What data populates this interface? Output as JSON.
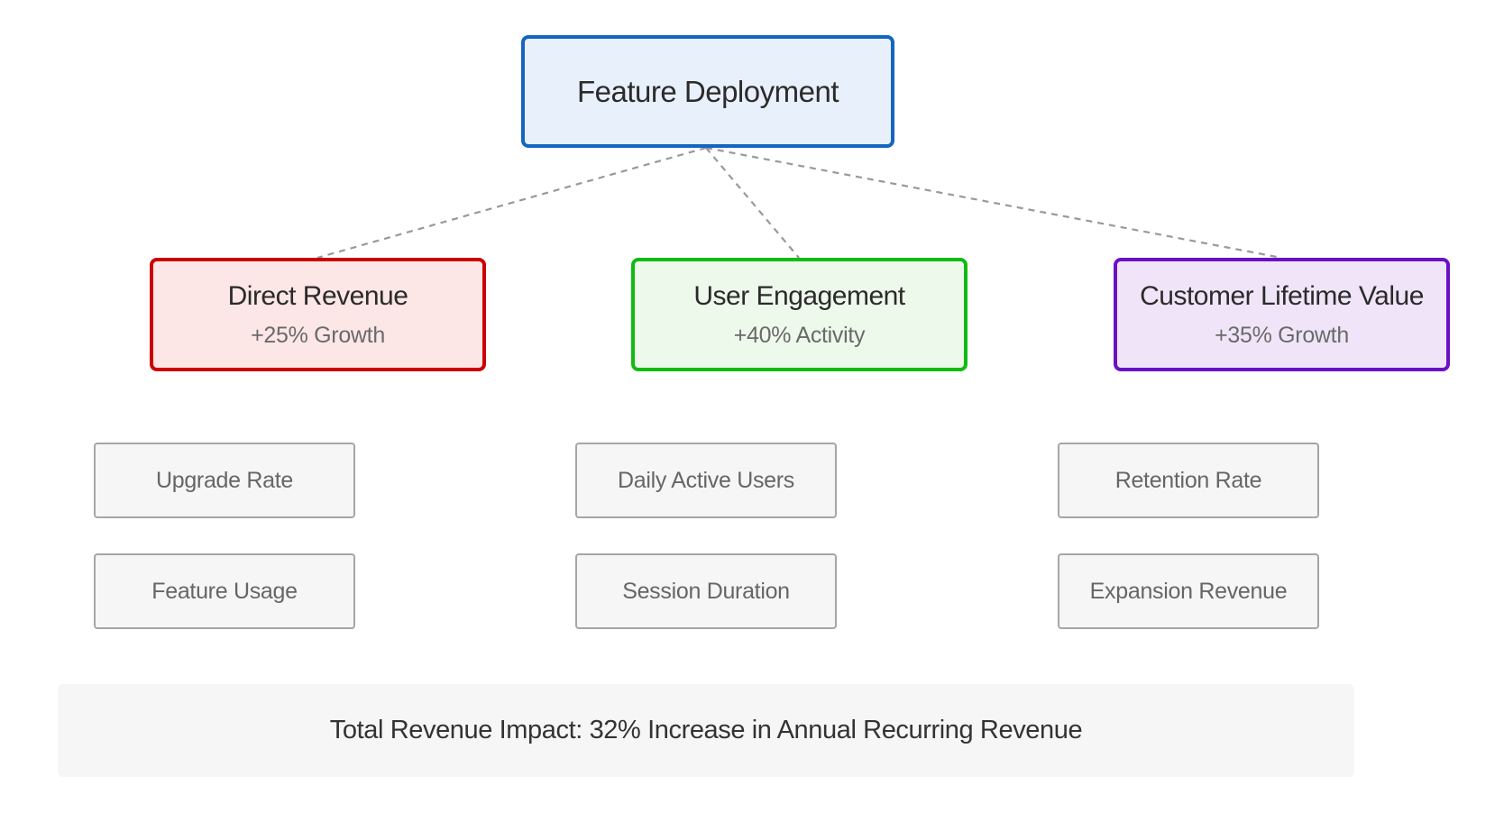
{
  "root": {
    "title": "Feature Deployment",
    "border_color": "#1565c0",
    "fill_color": "#e8f0fb"
  },
  "categories": [
    {
      "title": "Direct Revenue",
      "subtitle": "+25% Growth",
      "border_color": "#cc0000",
      "fill_color": "#fde6e6",
      "metrics": [
        "Upgrade Rate",
        "Feature Usage"
      ]
    },
    {
      "title": "User Engagement",
      "subtitle": "+40% Activity",
      "border_color": "#11bb11",
      "fill_color": "#edf9eb",
      "metrics": [
        "Daily Active Users",
        "Session Duration"
      ]
    },
    {
      "title": "Customer Lifetime Value",
      "subtitle": "+35% Growth",
      "border_color": "#6a11c4",
      "fill_color": "#f0e5f8",
      "metrics": [
        "Retention Rate",
        "Expansion Revenue"
      ]
    }
  ],
  "summary": {
    "text": "Total Revenue Impact: 32% Increase in Annual Recurring Revenue"
  },
  "connector_style": {
    "color": "#999999",
    "dashed": true
  }
}
